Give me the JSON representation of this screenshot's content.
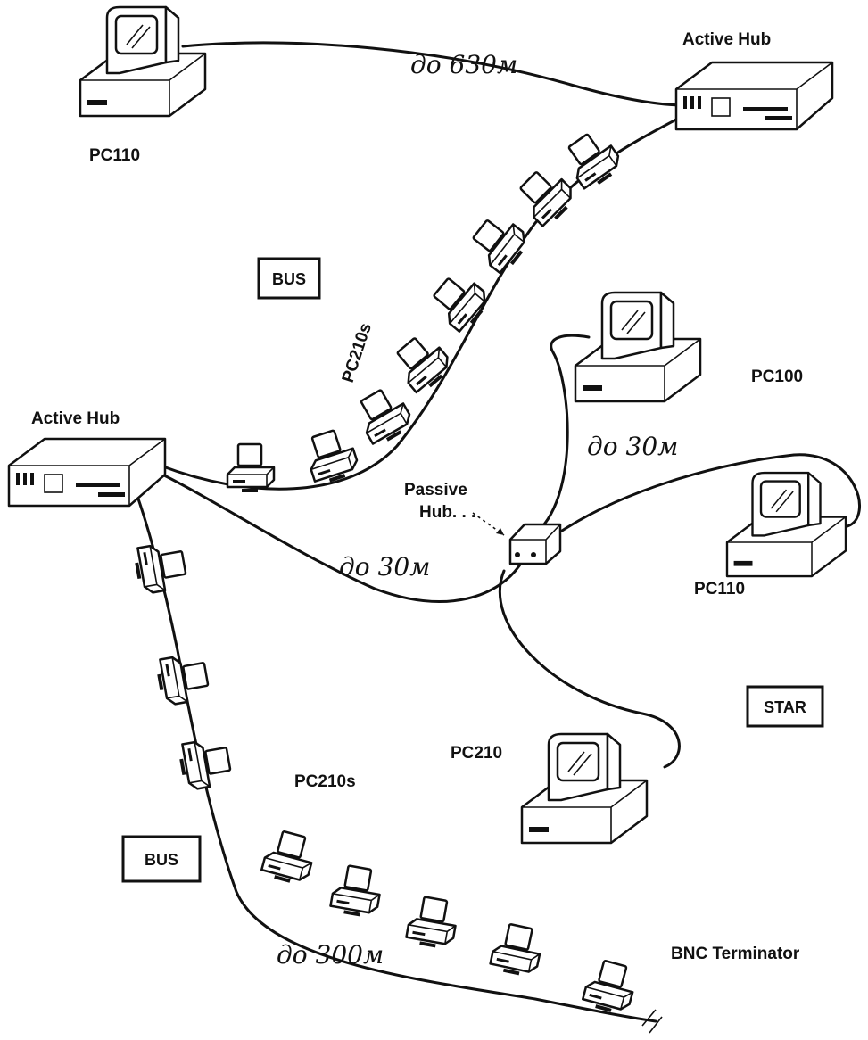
{
  "labels": {
    "active_hub_top": "Active Hub",
    "active_hub_left": "Active Hub",
    "pc110_top": "PC110",
    "pc100": "PC100",
    "pc110_right": "PC110",
    "pc210": "PC210",
    "pc210s_upper": "PC210s",
    "pc210s_lower": "PC210s",
    "passive_hub_line1": "Passive",
    "passive_hub_line2": "Hub. . .",
    "bnc_terminator": "BNC Terminator"
  },
  "distances": {
    "top_link": "до 630м",
    "star_upper": "до 30м",
    "hub_to_passive": "до 30м",
    "lower_bus": "до 300м"
  },
  "topology_boxes": {
    "bus_upper": "BUS",
    "bus_lower": "BUS",
    "star": "STAR"
  }
}
